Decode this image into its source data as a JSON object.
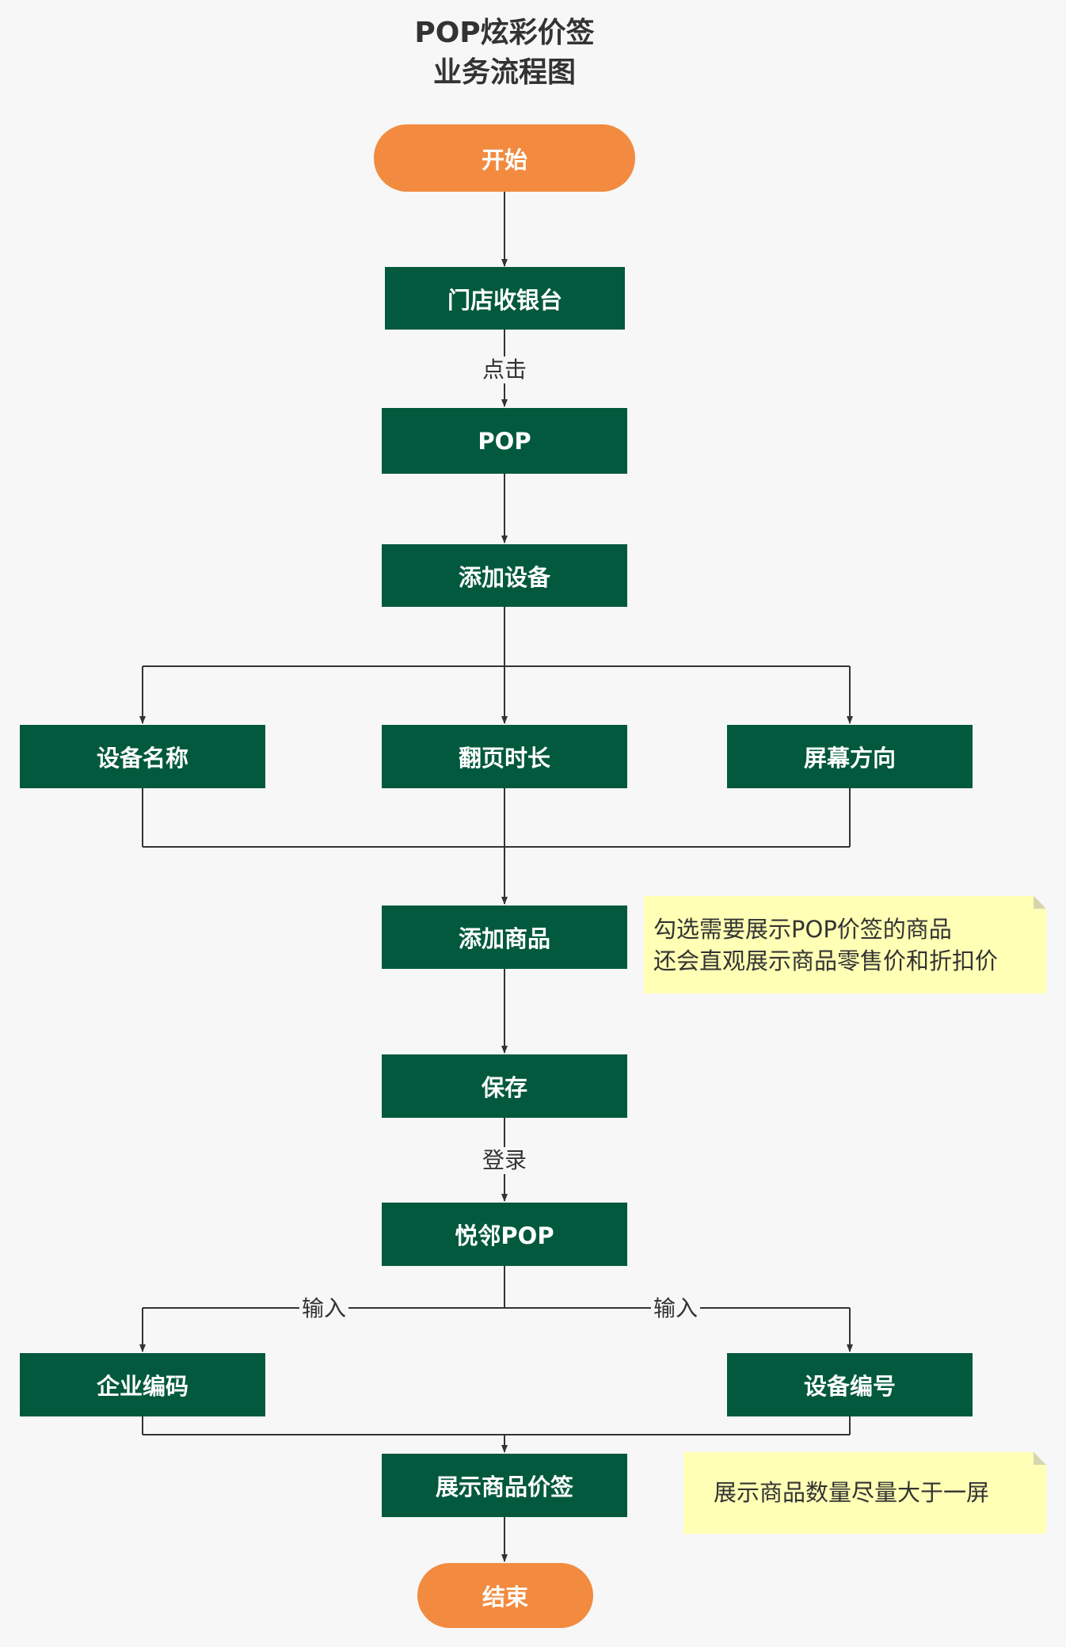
{
  "title": {
    "line1": "POP炫彩价签",
    "line2": "业务流程图"
  },
  "nodes": {
    "start": "开始",
    "store_cashier": "门店收银台",
    "pop": "POP",
    "add_device": "添加设备",
    "device_name": "设备名称",
    "page_duration": "翻页时长",
    "screen_orientation": "屏幕方向",
    "add_product": "添加商品",
    "save": "保存",
    "yuelin_pop": "悦邻POP",
    "company_code": "企业编码",
    "device_code": "设备编号",
    "show_price_tag": "展示商品价签",
    "end": "结束"
  },
  "edge_labels": {
    "click": "点击",
    "login": "登录",
    "input_left": "输入",
    "input_right": "输入"
  },
  "notes": {
    "add_product_note": {
      "line1": "勾选需要展示POP价签的商品",
      "line2": "还会直观展示商品零售价和折扣价"
    },
    "show_price_tag_note": {
      "line1": "展示商品数量尽量大于一屏"
    }
  },
  "colors": {
    "process": "#02593d",
    "terminal": "#f28b40",
    "note": "#ffffb5",
    "line": "#333333"
  }
}
